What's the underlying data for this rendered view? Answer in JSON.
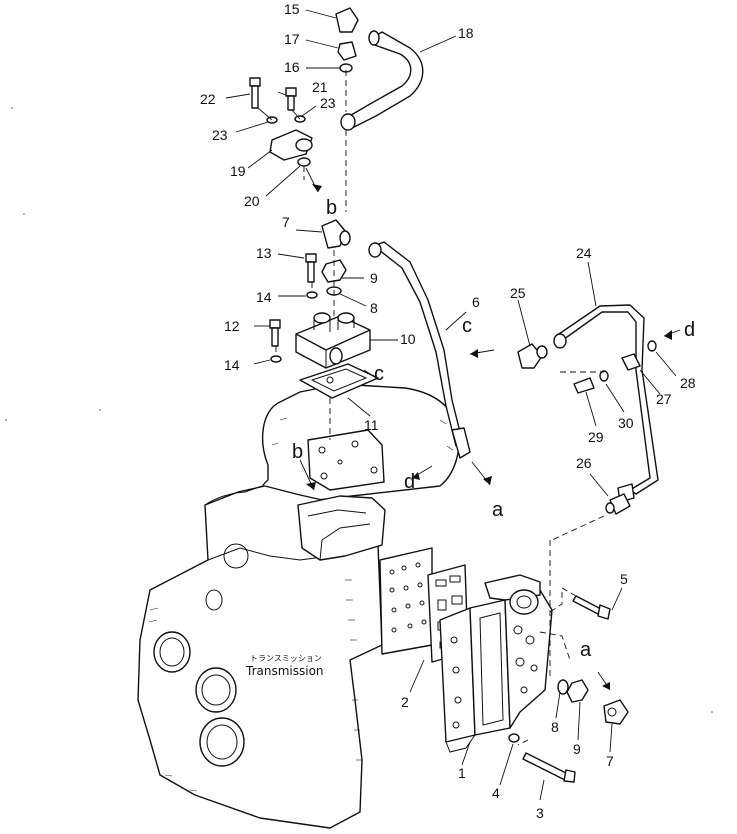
{
  "caption": {
    "jp": "トランスミッション",
    "en": "Transmission"
  },
  "callouts": [
    {
      "id": "c1",
      "text": "1"
    },
    {
      "id": "c2",
      "text": "2"
    },
    {
      "id": "c3",
      "text": "3"
    },
    {
      "id": "c4",
      "text": "4"
    },
    {
      "id": "c5",
      "text": "5"
    },
    {
      "id": "c6",
      "text": "6"
    },
    {
      "id": "c7a",
      "text": "7"
    },
    {
      "id": "c7b",
      "text": "7"
    },
    {
      "id": "c8a",
      "text": "8"
    },
    {
      "id": "c8b",
      "text": "8"
    },
    {
      "id": "c9a",
      "text": "9"
    },
    {
      "id": "c9b",
      "text": "9"
    },
    {
      "id": "c10",
      "text": "10"
    },
    {
      "id": "c11",
      "text": "11"
    },
    {
      "id": "c12",
      "text": "12"
    },
    {
      "id": "c13",
      "text": "13"
    },
    {
      "id": "c14a",
      "text": "14"
    },
    {
      "id": "c14b",
      "text": "14"
    },
    {
      "id": "c15",
      "text": "15"
    },
    {
      "id": "c16",
      "text": "16"
    },
    {
      "id": "c17",
      "text": "17"
    },
    {
      "id": "c18",
      "text": "18"
    },
    {
      "id": "c19",
      "text": "19"
    },
    {
      "id": "c20",
      "text": "20"
    },
    {
      "id": "c21",
      "text": "21"
    },
    {
      "id": "c22",
      "text": "22"
    },
    {
      "id": "c23a",
      "text": "23"
    },
    {
      "id": "c23b",
      "text": "23"
    },
    {
      "id": "c24",
      "text": "24"
    },
    {
      "id": "c25",
      "text": "25"
    },
    {
      "id": "c26",
      "text": "26"
    },
    {
      "id": "c27",
      "text": "27"
    },
    {
      "id": "c28",
      "text": "28"
    },
    {
      "id": "c29",
      "text": "29"
    },
    {
      "id": "c30",
      "text": "30"
    }
  ],
  "reference_letters": [
    {
      "id": "la1",
      "text": "a"
    },
    {
      "id": "la2",
      "text": "a"
    },
    {
      "id": "lb1",
      "text": "b"
    },
    {
      "id": "lb2",
      "text": "b"
    },
    {
      "id": "lc1",
      "text": "c"
    },
    {
      "id": "lc2",
      "text": "c"
    },
    {
      "id": "ld1",
      "text": "d"
    },
    {
      "id": "ld2",
      "text": "d"
    }
  ]
}
